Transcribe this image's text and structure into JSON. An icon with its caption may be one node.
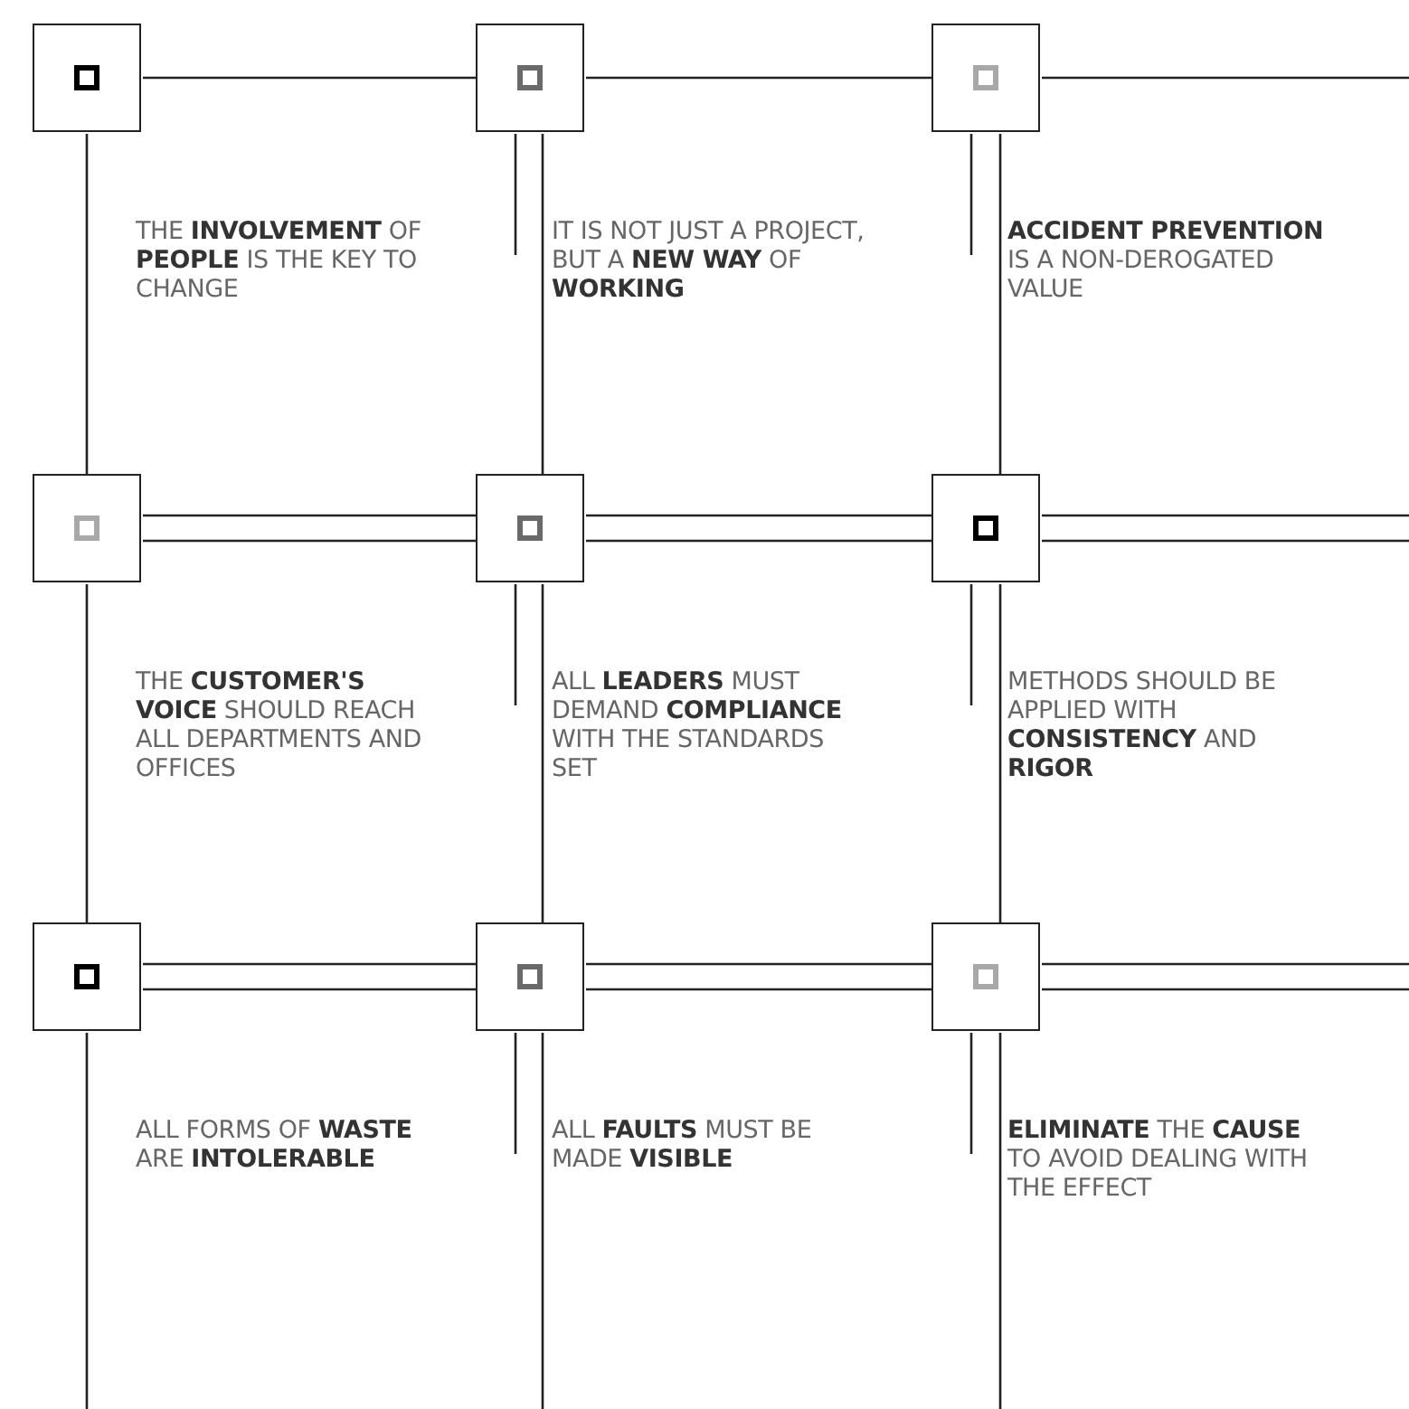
{
  "diagram": {
    "nodes": [
      {
        "text": [],
        "shape": "box",
        "beside": [
          "THE **INVOLVEMENT** OF **PEOPLE** IS THE KEY TO CHANGE"
        ]
      },
      {
        "text": [],
        "shape": "box",
        "beside": [
          "IT IS NOT JUST A PROJECT, BUT A **NEW WAY** OF **WORKING**"
        ]
      },
      {
        "text": [],
        "shape": "box",
        "beside": [
          "**ACCIDENT PREVENTION** IS A NON-DEROGATED VALUE"
        ]
      },
      {
        "text": [],
        "shape": "box",
        "beside": [
          "THE **CUSTOMER'S VOICE** SHOULD REACH ALL DEPARTMENTS AND OFFICES"
        ]
      },
      {
        "text": [],
        "shape": "box",
        "beside": [
          "ALL **LEADERS** MUST DEMAND **COMPLIANCE** WITH THE STANDARDS SET"
        ]
      },
      {
        "text": [],
        "shape": "box",
        "beside": [
          "METHODS SHOULD BE APPLIED WITH **CONSISTENCY** AND **RIGOR**"
        ]
      },
      {
        "text": [],
        "shape": "box",
        "beside": [
          "ALL FORMS OF **WASTE** ARE **INTOLERABLE**"
        ]
      },
      {
        "text": [],
        "shape": "box",
        "beside": [
          "ALL **FAULTS** MUST BE MADE **VISIBLE**"
        ]
      },
      {
        "text": [],
        "shape": "box",
        "beside": [
          "**ELIMINATE** THE **CAUSE** TO AVOID DEALING WITH THE EFFECT"
        ]
      }
    ],
    "edges": [
      {
        "from": 0,
        "to": 1,
        "arrow": "none"
      },
      {
        "from": 1,
        "to": 2,
        "arrow": "none"
      },
      {
        "from": 2,
        "to": null,
        "arrow": "none"
      },
      {
        "from": 3,
        "to": 4,
        "arrow": "none"
      },
      {
        "from": 4,
        "to": 5,
        "arrow": "none"
      },
      {
        "from": 5,
        "to": null,
        "arrow": "none"
      },
      {
        "from": 6,
        "to": 7,
        "arrow": "none"
      },
      {
        "from": 7,
        "to": 8,
        "arrow": "none"
      },
      {
        "from": 8,
        "to": null,
        "arrow": "none"
      },
      {
        "from": 0,
        "to": 3,
        "arrow": "none"
      },
      {
        "from": 3,
        "to": 6,
        "arrow": "none"
      },
      {
        "from": 6,
        "to": null,
        "arrow": "none"
      },
      {
        "from": 1,
        "to": 4,
        "arrow": "none"
      },
      {
        "from": 4,
        "to": 7,
        "arrow": "none"
      },
      {
        "from": 7,
        "to": null,
        "arrow": "none"
      },
      {
        "from": 2,
        "to": 5,
        "arrow": "none"
      },
      {
        "from": 5,
        "to": 8,
        "arrow": "none"
      },
      {
        "from": 8,
        "to": null,
        "arrow": "none"
      }
    ]
  }
}
